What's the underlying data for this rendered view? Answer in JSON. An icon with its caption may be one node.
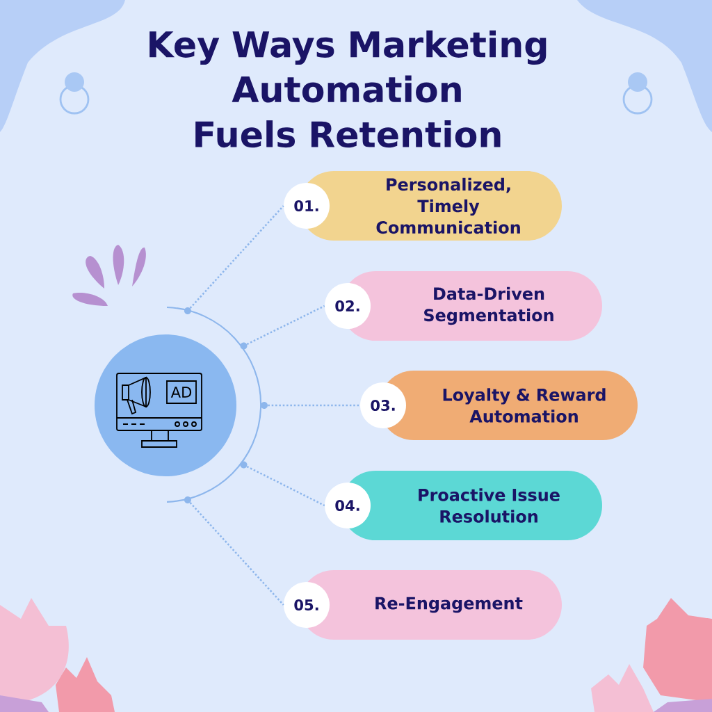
{
  "diagram": {
    "title": "Key Ways Marketing Automation Fuels Retention",
    "nodes": [
      {
        "text": [],
        "shape": "circle"
      },
      {
        "text": [
          "01.",
          "Personalized, Timely Communication"
        ]
      },
      {
        "text": [
          "02.",
          "Data-Driven Segmentation"
        ]
      },
      {
        "text": [
          "03.",
          "Loyalty & Reward Automation"
        ]
      },
      {
        "text": [
          "04.",
          "Proactive Issue Resolution"
        ]
      },
      {
        "text": [
          "05.",
          "Re-Engagement"
        ]
      }
    ],
    "edges": [
      {
        "from": 0,
        "to": 1,
        "arrow": "none",
        "style": "dashed"
      },
      {
        "from": 0,
        "to": 2,
        "arrow": "none",
        "style": "dashed"
      },
      {
        "from": 0,
        "to": 3,
        "arrow": "none",
        "style": "dashed"
      },
      {
        "from": 0,
        "to": 4,
        "arrow": "none",
        "style": "dashed"
      },
      {
        "from": 0,
        "to": 5,
        "arrow": "none",
        "style": "dashed"
      }
    ],
    "labels": [
      "AD"
    ]
  }
}
